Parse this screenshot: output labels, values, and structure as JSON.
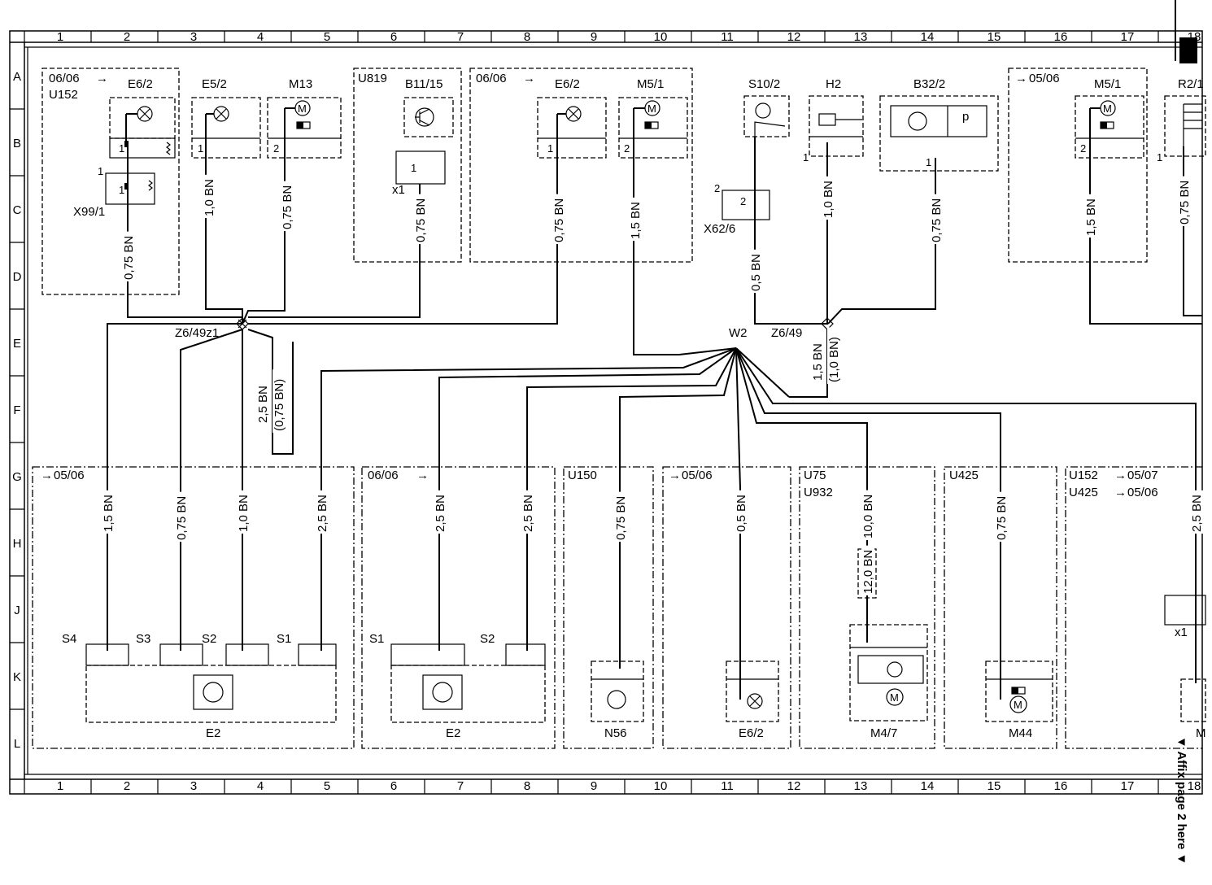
{
  "grid": {
    "columns": [
      "1",
      "2",
      "3",
      "4",
      "5",
      "6",
      "7",
      "8",
      "9",
      "10",
      "11",
      "12",
      "13",
      "14",
      "15",
      "16",
      "17",
      "18"
    ],
    "rows": [
      "A",
      "B",
      "C",
      "D",
      "E",
      "F",
      "G",
      "H",
      "J",
      "K",
      "L"
    ]
  },
  "top_components": {
    "group1_ref": "06/06",
    "group1_unit": "U152",
    "e6_2_a": "E6/2",
    "x99_1": "X99/1",
    "pin1": "1",
    "pin2": "2",
    "e5_2": "E5/2",
    "m13": "M13",
    "u819": "U819",
    "b11_15": "B11/15",
    "x1": "x1",
    "group2_ref": "06/06",
    "e6_2_b": "E6/2",
    "m5_1_a": "M5/1",
    "s10_2": "S10/2",
    "h2": "H2",
    "b32_2": "B32/2",
    "b32_p": "p",
    "x62_6": "X62/6",
    "group3_ref": "05/06",
    "m5_1_b": "M5/1",
    "r2_1": "R2/1"
  },
  "wires_top": {
    "w_x99": "0,75 BN",
    "w_e5": "1,0 BN",
    "w_m13": "0,75 BN",
    "w_b11": "0,75 BN",
    "w_e6b": "0,75 BN",
    "w_m51": "1,5 BN",
    "w_x62": "0,5 BN",
    "w_h2": "1,0 BN",
    "w_b32": "0,75 BN",
    "w_m51b": "1,5 BN",
    "w_r21": "0,75 BN"
  },
  "junctions": {
    "z6_49z1": "Z6/49z1",
    "z6_49": "Z6/49",
    "w2": "W2",
    "w_z6a": "2,5 BN",
    "w_z6a_alt": "(0,75 BN)",
    "w_z6b": "1,5 BN",
    "w_z6b_alt": "(1,0 BN)"
  },
  "bottom_groups": {
    "g1_ref": "05/06",
    "g2_ref": "06/06",
    "g3_ref": "U150",
    "g4_ref": "05/06",
    "g5_ref1": "U75",
    "g5_ref2": "U932",
    "g6_ref": "U425",
    "g7_ref1": "U152",
    "g7_ref1b": "05/07",
    "g7_ref2": "U425",
    "g7_ref2b": "05/06",
    "s4": "S4",
    "s3": "S3",
    "s2": "S2",
    "s1": "S1",
    "s1b": "S1",
    "s2b": "S2",
    "e2_a": "E2",
    "e2_b": "E2",
    "n56": "N56",
    "e6_2_c": "E6/2",
    "m4_7": "M4/7",
    "m44": "M44",
    "m_cut": "M",
    "x1b": "x1"
  },
  "wires_bottom": {
    "b1": "1,5 BN",
    "b2": "0,75 BN",
    "b3": "1,0 BN",
    "b4": "2,5 BN",
    "b5": "2,5 BN",
    "b6": "2,5 BN",
    "b7": "0,75 BN",
    "b8": "0,5 BN",
    "b9": "10,0 BN",
    "b9_alt": "12,0 BN",
    "b10": "0,75 BN",
    "b11": "2,5 BN"
  },
  "side_note": "Affix page 2 here"
}
